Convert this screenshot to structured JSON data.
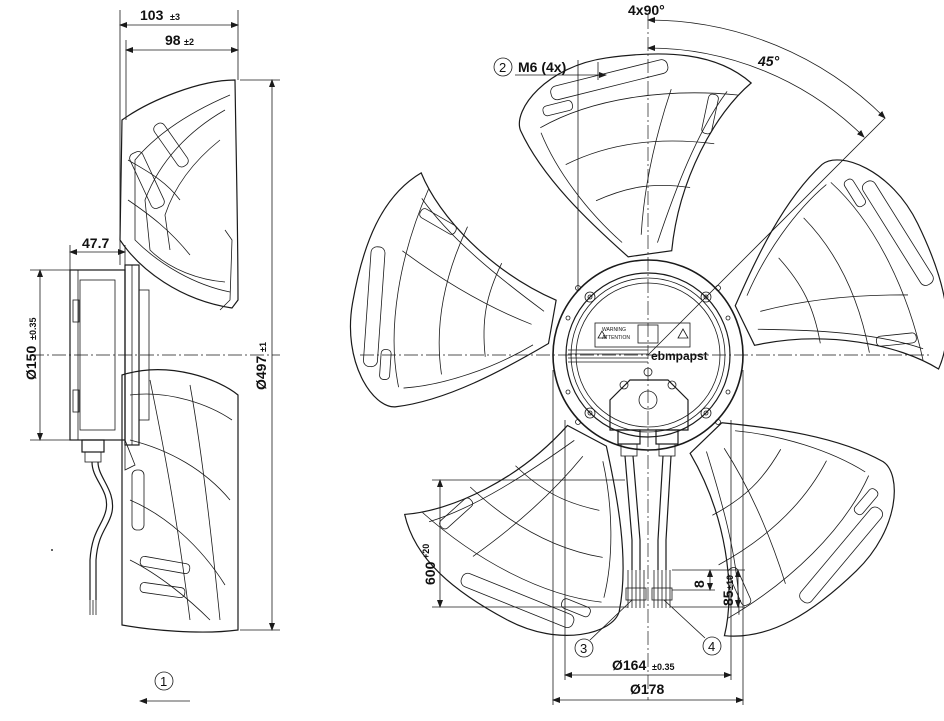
{
  "dimensions": {
    "overall_depth": {
      "value": "103",
      "tol": "±3"
    },
    "blade_depth": {
      "value": "98",
      "tol": "±2"
    },
    "hub_depth": {
      "value": "47.7"
    },
    "motor_diameter": {
      "value": "Ø150",
      "tol": "±0.35"
    },
    "fan_diameter": {
      "value": "Ø497",
      "tol": "±1"
    },
    "hole_pattern": {
      "value": "4x90°"
    },
    "angle": {
      "value": "45°"
    },
    "thread": {
      "value": "M6 (4x)"
    },
    "cable_length": {
      "value": "600",
      "tol": "+20"
    },
    "strip_short": {
      "value": "8"
    },
    "strip_long": {
      "value": "85",
      "tol": "±10"
    },
    "bolt_circle": {
      "value": "Ø164",
      "tol": "±0.35"
    },
    "hub_diameter": {
      "value": "Ø178"
    }
  },
  "callouts": {
    "c1": "1",
    "c2": "2",
    "c3": "3",
    "c4": "4"
  },
  "labels": {
    "brand": "ebmpapst",
    "warning_a": "WARNING",
    "warning_b": "ATTENTION"
  }
}
